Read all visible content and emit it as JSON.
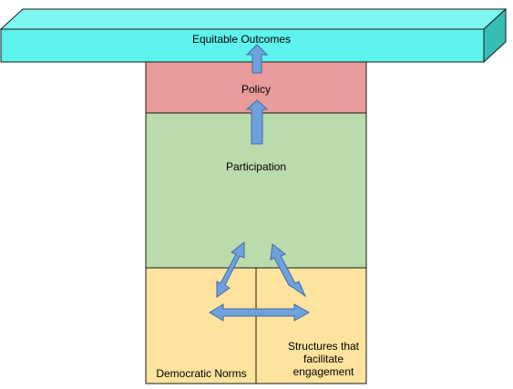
{
  "diagram": {
    "outcomes_label": "Equitable Outcomes",
    "policy_label": "Policy",
    "participation_label": "Participation",
    "norms_label": "Democratic Norms",
    "structures_label": "Structures that facilitate engagement"
  },
  "colors": {
    "outcomes_front": "#5ef3ec",
    "outcomes_top": "#7ff7f1",
    "outcomes_side": "#36bdb6",
    "policy": "#e99a9a",
    "participation": "#bcdbac",
    "base": "#fde39d",
    "arrow_fill": "#6fa2dc",
    "arrow_stroke": "#3f6aa8",
    "outline": "#1a1a1a"
  }
}
